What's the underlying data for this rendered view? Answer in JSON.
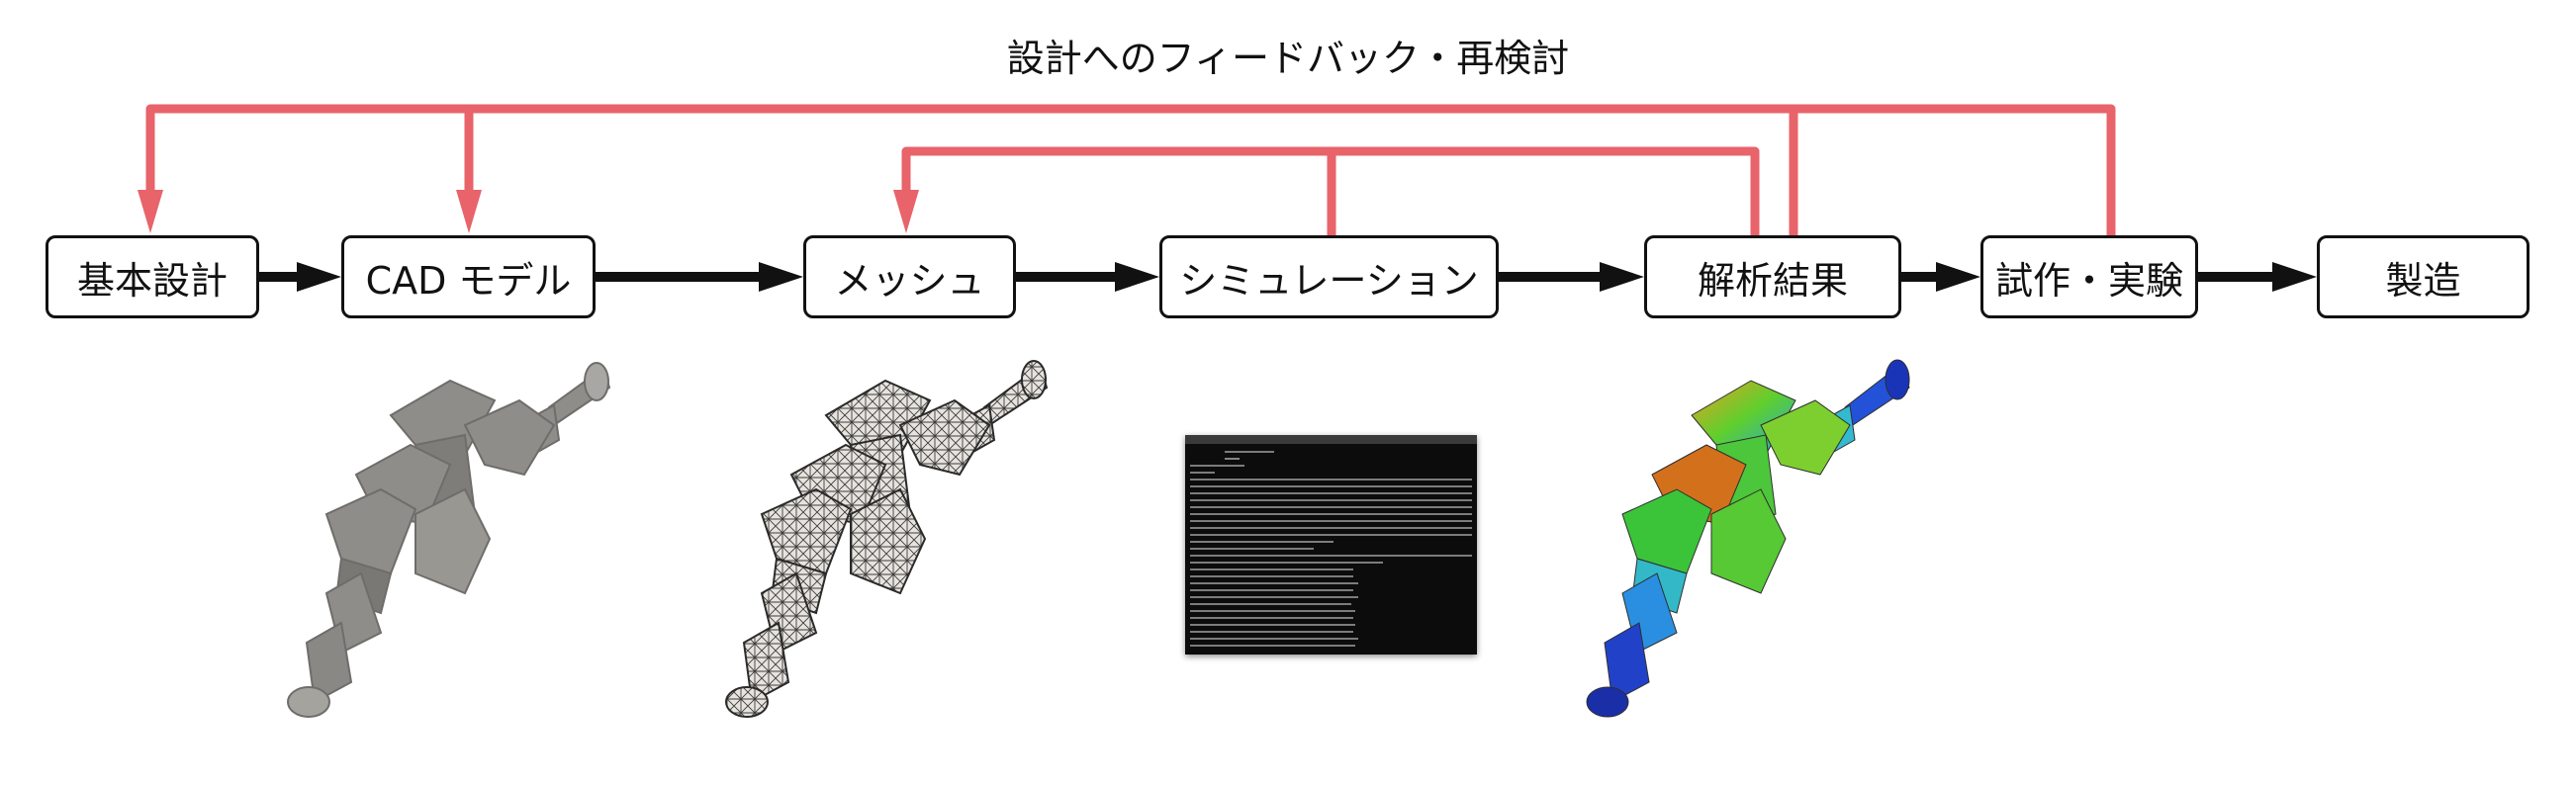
{
  "feedback_label": "設計へのフィードバック・再検討",
  "nodes": [
    {
      "id": "basic",
      "label": "基本設計"
    },
    {
      "id": "cad",
      "label": "CAD モデル"
    },
    {
      "id": "mesh",
      "label": "メッシュ"
    },
    {
      "id": "sim",
      "label": "シミュレーション"
    },
    {
      "id": "result",
      "label": "解析結果"
    },
    {
      "id": "proto",
      "label": "試作・実験"
    },
    {
      "id": "mfg",
      "label": "製造"
    }
  ],
  "colors": {
    "feedback_arrow": "#e8636a",
    "flow_arrow": "#111111",
    "box_border": "#111111",
    "cad_gray": "#8e8c88",
    "terminal_bg": "#0c0c0c"
  },
  "images": [
    {
      "name": "crankshaft-cad-image",
      "under": "cad"
    },
    {
      "name": "crankshaft-mesh-image",
      "under": "mesh"
    },
    {
      "name": "terminal-screenshot-image",
      "under": "sim"
    },
    {
      "name": "crankshaft-contour-image",
      "under": "result"
    }
  ]
}
